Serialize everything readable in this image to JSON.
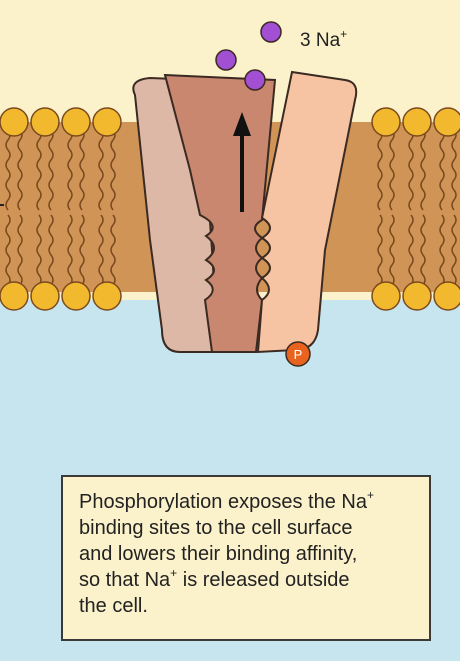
{
  "diagram": {
    "ion_label": {
      "count": "3 Na",
      "charge": "+"
    },
    "phosphate_label": "P",
    "caption": {
      "lines": [
        {
          "text": "Phosphorylation exposes the Na",
          "sup": "+"
        },
        {
          "text": "binding sites to the cell surface",
          "sup": ""
        },
        {
          "text": "and lowers their binding affinity,",
          "sup": ""
        },
        {
          "text": "so that Na",
          "sup": "+",
          "after": " is released outside"
        },
        {
          "text": "the cell.",
          "sup": ""
        }
      ]
    },
    "colors": {
      "outside": "#fbf2cb",
      "inside": "#c7e5ee",
      "bilayer_tails": "#cf9456",
      "lipid_head": "#f2b92f",
      "protein_left": "#ddb8a6",
      "protein_middle": "#c8876e",
      "protein_right": "#f6c4a2",
      "sodium_ion": "#a34fd3",
      "phosphate": "#e8641e"
    }
  }
}
